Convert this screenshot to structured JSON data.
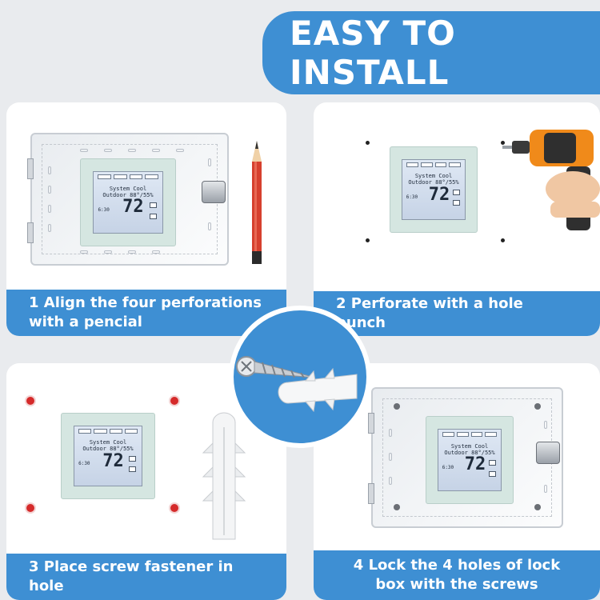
{
  "colors": {
    "accent": "#3e8fd3",
    "anchor_red": "#d52a2a"
  },
  "header": {
    "title": "EASY TO INSTALL"
  },
  "steps": [
    {
      "caption_line1": "1  Align the four perforations",
      "caption_line2": "with a pencial"
    },
    {
      "caption_line1": "2  Perforate with a hole punch"
    },
    {
      "caption_line1": "3  Place screw fastener in hole"
    },
    {
      "caption_line1": "4  Lock the 4 holes of lock",
      "caption_line2": "box with the screws"
    }
  ],
  "thermostat": {
    "line1": "System Cool",
    "line2": "Outdoor 88°/55%",
    "temp": "72",
    "time": "6:30"
  },
  "icons": [
    "pencil-icon",
    "drill-icon",
    "screw-icon",
    "wall-anchor-icon",
    "thermostat-icon",
    "lock-box-icon"
  ]
}
